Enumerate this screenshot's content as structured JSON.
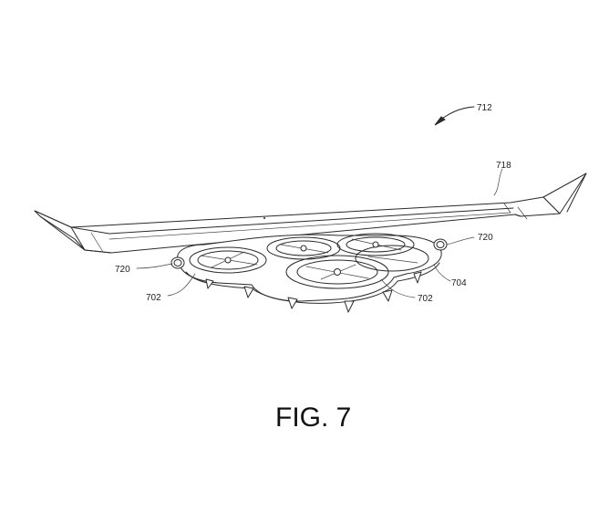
{
  "figure": {
    "caption": "FIG. 7",
    "labels": {
      "assembly": "712",
      "wing": "718",
      "motor_left": "720",
      "motor_right": "720",
      "propeller_left": "702",
      "propeller_center": "702",
      "frame": "704"
    }
  }
}
